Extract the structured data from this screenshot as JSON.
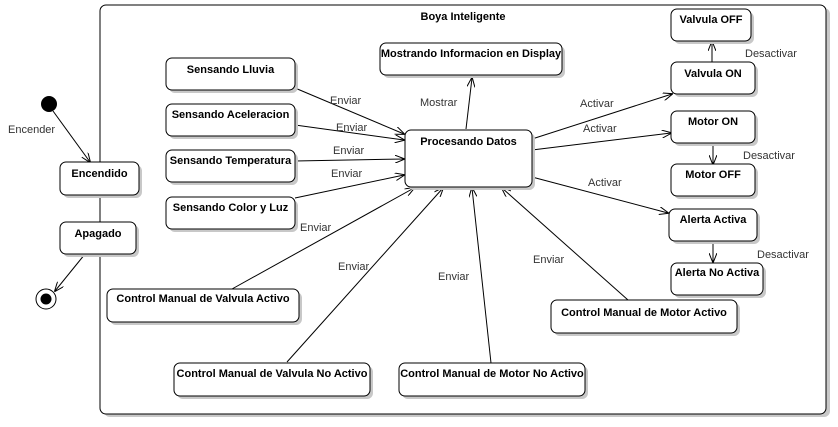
{
  "container": {
    "title": "Boya Inteligente"
  },
  "states": {
    "encendido": "Encendido",
    "apagado": "Apagado",
    "sensando_lluvia": "Sensando Lluvia",
    "sensando_aceleracion": "Sensando Aceleracion",
    "sensando_temperatura": "Sensando Temperatura",
    "sensando_color_luz": "Sensando Color y Luz",
    "mostrando_display": "Mostrando Informacion en Display",
    "procesando_datos": "Procesando Datos",
    "valvula_off": "Valvula OFF",
    "valvula_on": "Valvula ON",
    "motor_on": "Motor ON",
    "motor_off": "Motor OFF",
    "alerta_activa": "Alerta Activa",
    "alerta_no_activa": "Alerta No Activa",
    "ctrl_valvula_activo": "Control Manual de Valvula Activo",
    "ctrl_valvula_no_activo": "Control Manual de Valvula No Activo",
    "ctrl_motor_no_activo": "Control Manual de Motor No Activo",
    "ctrl_motor_activo": "Control Manual de Motor Activo"
  },
  "transitions": {
    "encender": "Encender",
    "enviar_lluvia": "Enviar",
    "enviar_aceleracion": "Enviar",
    "enviar_temperatura": "Enviar",
    "enviar_color_luz": "Enviar",
    "mostrar": "Mostrar",
    "activar_valvula": "Activar",
    "activar_motor": "Activar",
    "activar_alerta": "Activar",
    "desactivar_valvula": "Desactivar",
    "desactivar_motor": "Desactivar",
    "desactivar_alerta": "Desactivar",
    "enviar_ctrl_valvula_activo": "Enviar",
    "enviar_ctrl_valvula_no_activo": "Enviar",
    "enviar_ctrl_motor_no_activo": "Enviar",
    "enviar_ctrl_motor_activo": "Enviar"
  }
}
